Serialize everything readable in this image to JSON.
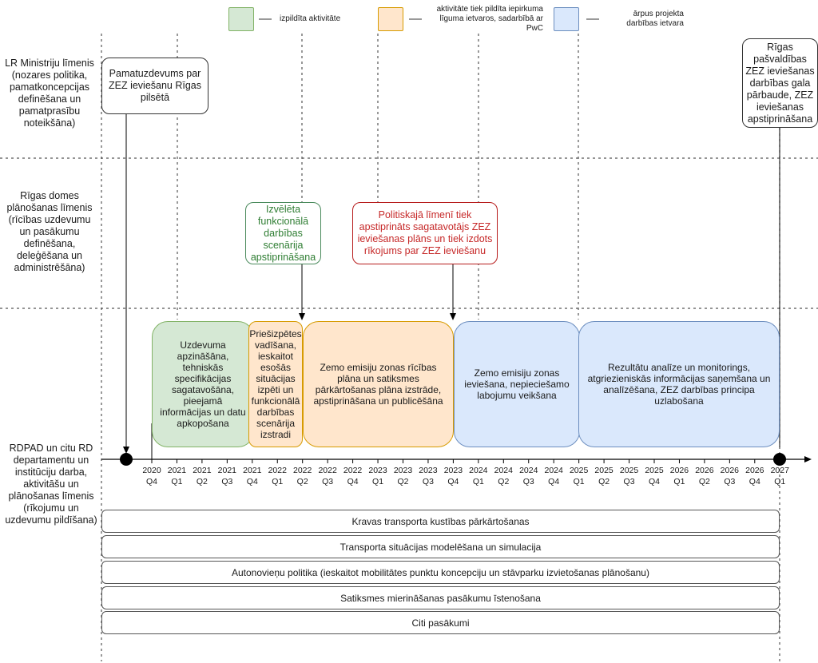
{
  "legend": [
    {
      "text": "izpildīta aktivitāte",
      "color": "#d5e8d4",
      "border": "#82b366"
    },
    {
      "text": "aktivitāte tiek pildīta iepirkuma līguma ietvaros, sadarbībā ar PwC",
      "color": "#ffe6cc",
      "border": "#d79b00"
    },
    {
      "text": "ārpus projekta darbības ietvara",
      "color": "#dae8fc",
      "border": "#6c8ebf"
    }
  ],
  "levels": [
    {
      "text": "LR Ministriju līmenis (nozares politika, pamatkoncepcijas definēšana un pamatprasību noteikšāna)"
    },
    {
      "text": "Rīgas domes plānošanas līmenis (rīcības uzdevumu un pasākumu definēšana, deleģēšana un administrēšāna)"
    },
    {
      "text": "RDPAD un citu RD departamentu un institūciju darba, aktivitāšu un plānošanas līmenis (rīkojumu un uzdevumu pildīšana)"
    }
  ],
  "callouts": {
    "ministry_start": "Pamatuzdevums par ZEZ ieviešanu Rīgas pilsētā",
    "ministry_end": "Rīgas pašvaldības ZEZ ieviešanas darbības gala pārbaude, ZEZ ieviešanas apstiprināšana",
    "council_green": "Izvēlēta funkcionālā darbības scenārija apstiprināšana",
    "council_red": "Politiskajā līmenī tiek apstiprināts sagatavotājs ZEZ ieviešanas plāns un tiek izdots rīkojums par ZEZ ieviešanu"
  },
  "colors": {
    "green_text": "#2e7d32",
    "red_text": "#c62828",
    "green_border": "#4a8a5c",
    "red_border": "#b71c1c"
  },
  "activities": [
    {
      "text": "Uzdevuma apzināšāna, tehniskās specifikācijas sagatavošāna, pieejamā informācijas un datu apkopošana",
      "status": "done"
    },
    {
      "text": "Priešizpētes vadīšana, ieskaitot esošās situācijas izpēti un funkcionālā darbības scenārija izstradi",
      "status": "contract"
    },
    {
      "text": "Zemo emisiju zonas rīcības plāna un satiksmes pārkārtošanas plāna izstrāde, apstiprināšana un publicēšāna",
      "status": "contract"
    },
    {
      "text": "Zemo emisiju zonas ieviešana, nepieciešamo labojumu veikšana",
      "status": "outside"
    },
    {
      "text": "Rezultātu analīze un monitorings, atgriezieniskās informācijas saņemšana un analīzēšana, ZEZ darbības principa uzlabošana",
      "status": "outside"
    }
  ],
  "timeline": [
    {
      "year": "2020",
      "q": "Q4"
    },
    {
      "year": "2021",
      "q": "Q1"
    },
    {
      "year": "2021",
      "q": "Q2"
    },
    {
      "year": "2021",
      "q": "Q3"
    },
    {
      "year": "2021",
      "q": "Q4"
    },
    {
      "year": "2022",
      "q": "Q1"
    },
    {
      "year": "2022",
      "q": "Q2"
    },
    {
      "year": "2022",
      "q": "Q3"
    },
    {
      "year": "2022",
      "q": "Q4"
    },
    {
      "year": "2023",
      "q": "Q1"
    },
    {
      "year": "2023",
      "q": "Q2"
    },
    {
      "year": "2023",
      "q": "Q3"
    },
    {
      "year": "2023",
      "q": "Q4"
    },
    {
      "year": "2024",
      "q": "Q1"
    },
    {
      "year": "2024",
      "q": "Q2"
    },
    {
      "year": "2024",
      "q": "Q3"
    },
    {
      "year": "2024",
      "q": "Q4"
    },
    {
      "year": "2025",
      "q": "Q1"
    },
    {
      "year": "2025",
      "q": "Q2"
    },
    {
      "year": "2025",
      "q": "Q3"
    },
    {
      "year": "2025",
      "q": "Q4"
    },
    {
      "year": "2026",
      "q": "Q1"
    },
    {
      "year": "2026",
      "q": "Q2"
    },
    {
      "year": "2026",
      "q": "Q3"
    },
    {
      "year": "2026",
      "q": "Q4"
    },
    {
      "year": "2027",
      "q": "Q1"
    }
  ],
  "bars": [
    "Kravas transporta kustības pārkārtošanas",
    "Transporta situācijas modelēšana un simulacija",
    "Autonovieņu politika (ieskaitot mobilitātes punktu koncepciju un stāvparku izvietošanas plānošanu)",
    "Satiksmes mierināšanas pasākumu īstenošana",
    "Citi pasākumi"
  ]
}
